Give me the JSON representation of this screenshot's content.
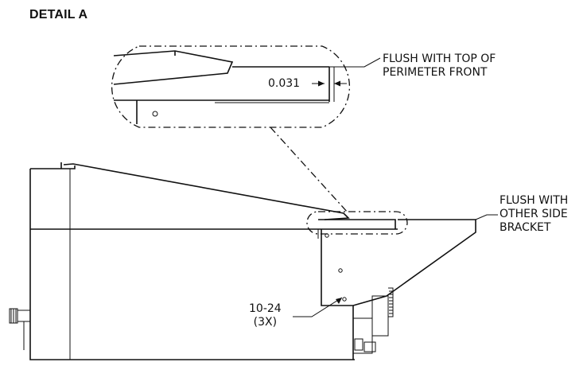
{
  "detail_title": "DETAIL A",
  "labels": {
    "flush_top_line1": "FLUSH WITH TOP OF",
    "flush_top_line2": "PERIMETER FRONT",
    "dimension": "0.031",
    "flush_other_line1": "FLUSH WITH",
    "flush_other_line2": "OTHER SIDE",
    "flush_other_line3": "BRACKET",
    "screw_line1": "10-24",
    "screw_line2": "(3X)"
  }
}
